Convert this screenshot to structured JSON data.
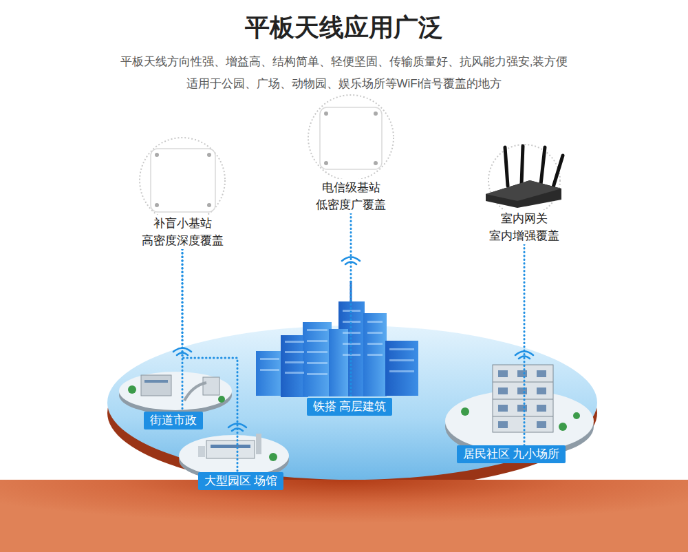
{
  "diagram": {
    "title": "平板天线应用广泛",
    "nodes": [
      {
        "text": [
          "补盲小基站",
          "高密度深度覆盖"
        ]
      },
      {
        "text": [
          "电信级基站",
          "低密度广覆盖"
        ]
      },
      {
        "text": [
          "室内网关",
          "室内增强覆盖"
        ]
      },
      {
        "text": [
          "街道市政"
        ]
      },
      {
        "text": [
          "铁搭 高层建筑"
        ]
      },
      {
        "text": [
          "居民社区 九小场所"
        ]
      },
      {
        "text": [
          "大型园区 场馆"
        ]
      }
    ],
    "edges": [
      {
        "from": 0,
        "to": 3,
        "arrow": "none"
      },
      {
        "from": 0,
        "to": 6,
        "arrow": "none"
      },
      {
        "from": 1,
        "to": 4,
        "arrow": "none"
      },
      {
        "from": 2,
        "to": 5,
        "arrow": "none"
      }
    ],
    "labels": [
      "平板天线方向性强、增益高、结构简单、轻便坚固、传输质量好、抗风能力强安,装方便",
      "适用于公园、广场、动物园、娱乐场所等WiFi信号覆盖的地方"
    ]
  }
}
